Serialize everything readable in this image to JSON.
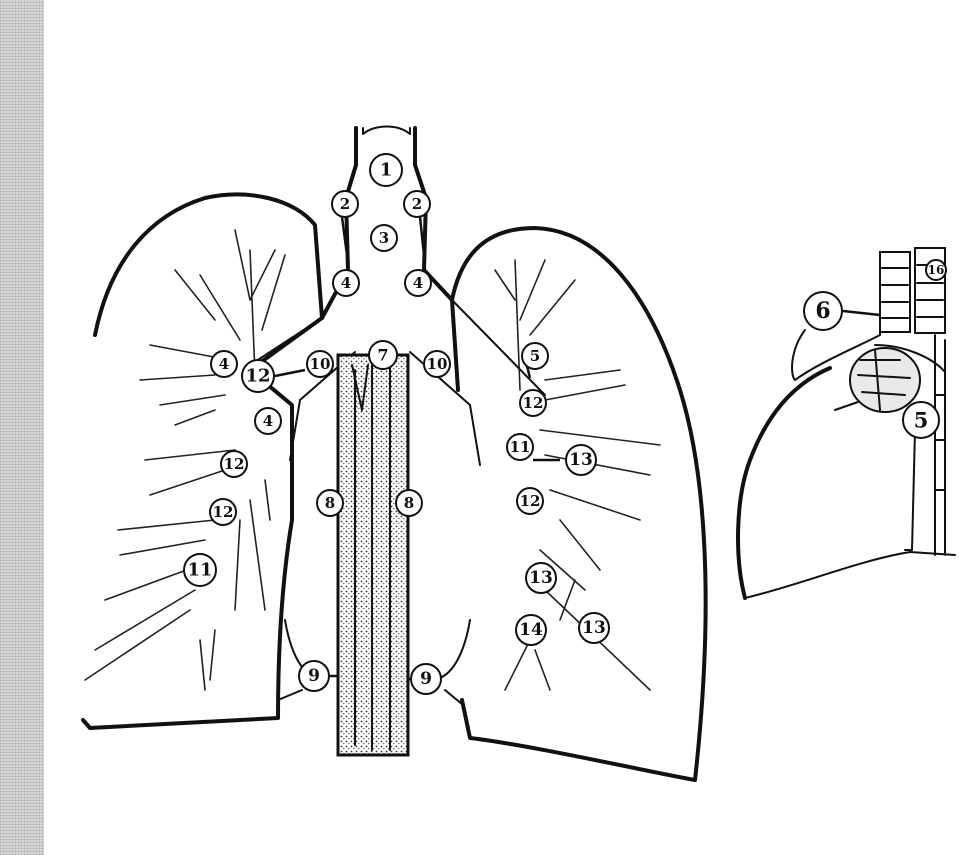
{
  "colors": {
    "background": "#ffffff",
    "ink": "#111111",
    "strip": "#d8d8d8"
  },
  "station_labels": [
    "1",
    "2",
    "2",
    "3",
    "4",
    "4",
    "7",
    "10",
    "10",
    "4",
    "12",
    "4",
    "12",
    "12",
    "11",
    "8",
    "8",
    "9",
    "9",
    "5",
    "12",
    "11",
    "13",
    "12",
    "13",
    "14",
    "13",
    "6",
    "5",
    "16"
  ]
}
